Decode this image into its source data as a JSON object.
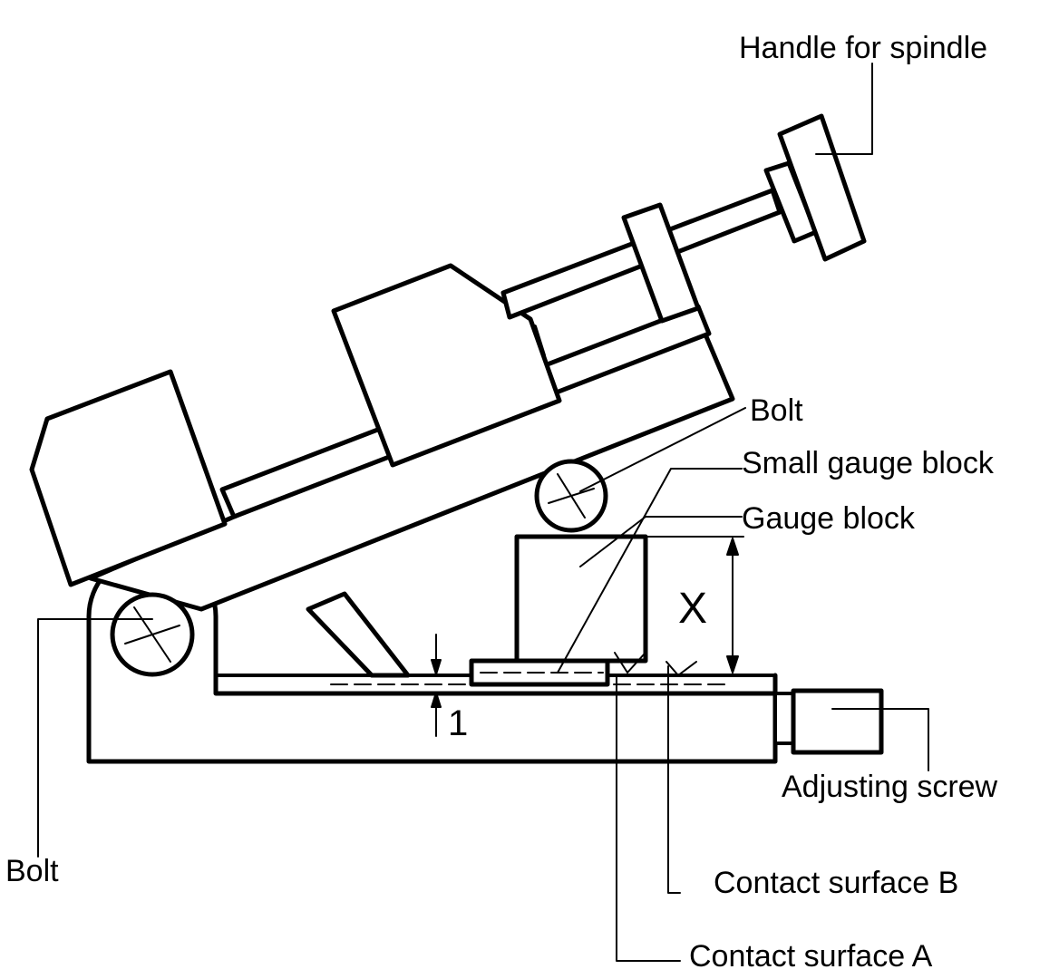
{
  "colors": {
    "stroke": "#000000",
    "background": "#ffffff"
  },
  "labels": {
    "handle_for_spindle": "Handle for spindle",
    "bolt_upper": "Bolt",
    "small_gauge_block": "Small gauge block",
    "gauge_block": "Gauge block",
    "adjusting_screw": "Adjusting screw",
    "bolt_lower": "Bolt",
    "contact_surface_b": "Contact surface B",
    "contact_surface_a": "Contact surface A"
  },
  "dimensions": {
    "height": "X",
    "gap": "1"
  }
}
